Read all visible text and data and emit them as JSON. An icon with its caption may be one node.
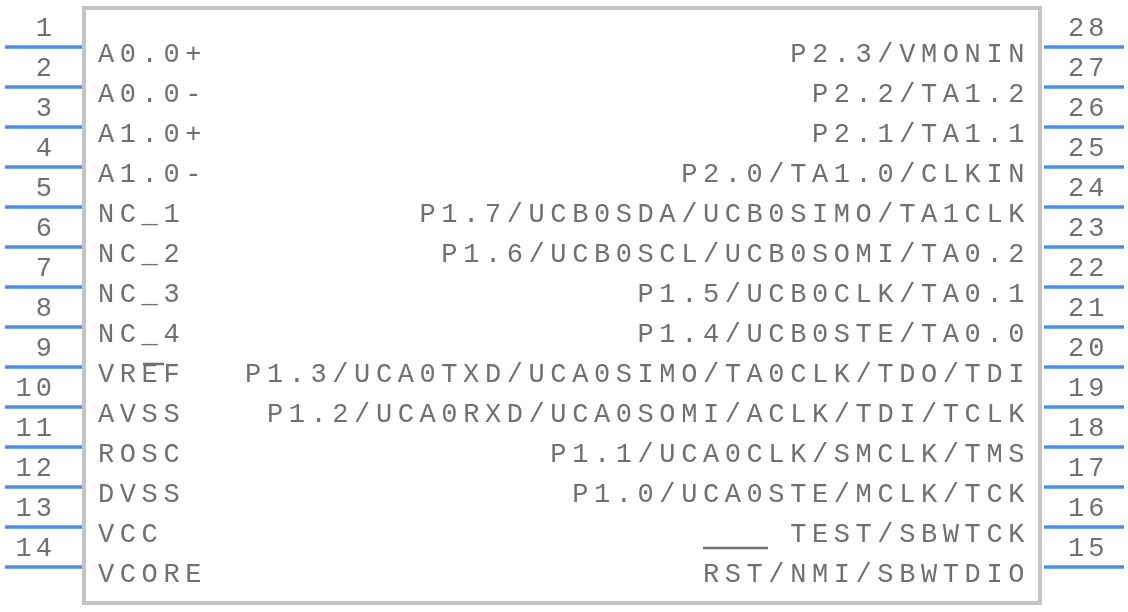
{
  "diagram": {
    "nodes": [
      {
        "text": [
          "A0.0+",
          "A0.0-",
          "A1.0+",
          "A1.0-",
          "NC_1",
          "NC_2",
          "NC_3",
          "NC_4",
          "VREF",
          "AVSS",
          "ROSC",
          "DVSS",
          "VCC",
          "VCORE",
          "RST/NMI/SBWTDIO",
          "TEST/SBWTCK",
          "P1.0/UCA0STE/MCLK/TCK",
          "P1.1/UCA0CLK/SMCLK/TMS",
          "P1.2/UCA0RXD/UCA0SOMI/ACLK/TDI/TCLK",
          "P1.3/UCA0TXD/UCA0SIMO/TA0CLK/TDO/TDI",
          "P1.4/UCB0STE/TA0.0",
          "P1.5/UCB0CLK/TA0.1",
          "P1.6/UCB0SCL/UCB0SOMI/TA0.2",
          "P1.7/UCB0SDA/UCB0SIMO/TA1CLK",
          "P2.0/TA1.0/CLKIN",
          "P2.1/TA1.1",
          "P2.2/TA1.2",
          "P2.3/VMONIN"
        ]
      }
    ],
    "labels": [
      "1",
      "2",
      "3",
      "4",
      "5",
      "6",
      "7",
      "8",
      "9",
      "10",
      "11",
      "12",
      "13",
      "14",
      "15",
      "16",
      "17",
      "18",
      "19",
      "20",
      "21",
      "22",
      "23",
      "24",
      "25",
      "26",
      "27",
      "28"
    ]
  }
}
